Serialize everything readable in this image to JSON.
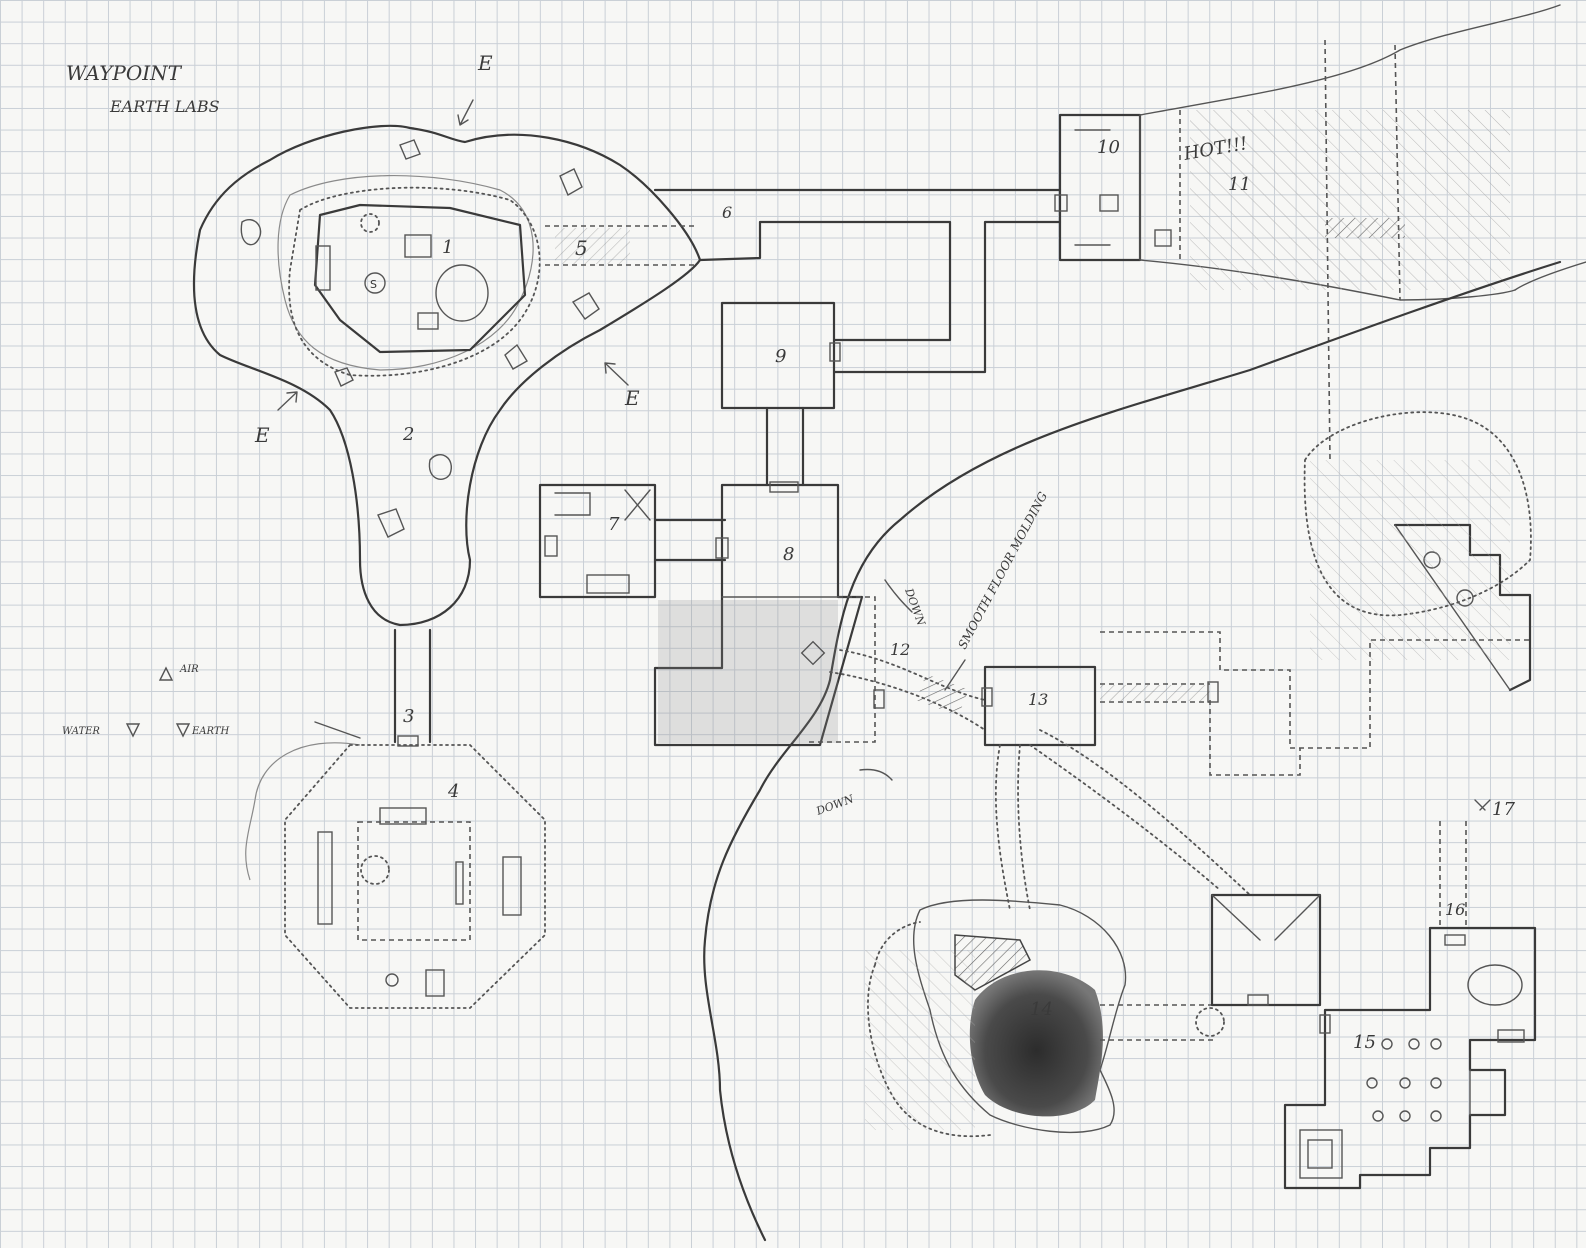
{
  "map": {
    "title_line1": "WAYPOINT",
    "title_line2": "EARTH LABS",
    "direction_marks": [
      "E",
      "E",
      "E"
    ],
    "stair_notes": {
      "down_1": "DOWN",
      "down_2": "DOWN"
    },
    "floor_note": "SMOOTH FLOOR MOLDING",
    "hot_note": "HOT!!!",
    "legend": {
      "air": "AIR",
      "water": "WATER",
      "earth": "EARTH"
    },
    "statue_mark": "S",
    "room_numbers": [
      "1",
      "2",
      "3",
      "4",
      "5",
      "6",
      "7",
      "8",
      "9",
      "10",
      "11",
      "12",
      "13",
      "14",
      "15",
      "16",
      "17"
    ]
  }
}
